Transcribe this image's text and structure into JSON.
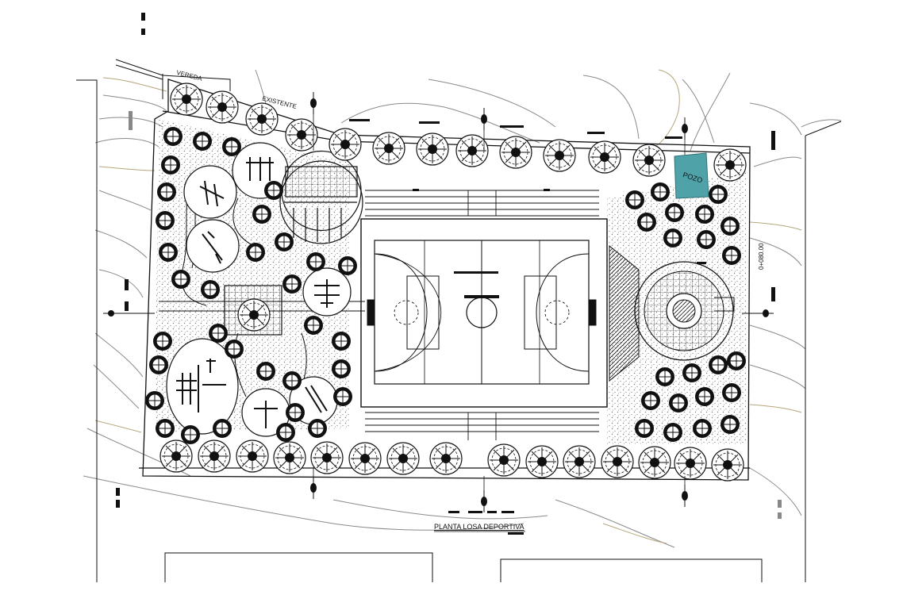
{
  "labels": {
    "vereda": "VEREDA",
    "existente": "EXISTENTE",
    "pozo": "POZO",
    "elevation": "0+080.00",
    "title": "PLANTA LOSA DEPORTIVA"
  },
  "colors": {
    "line": "#111111",
    "contour": "#8a8a8a",
    "contour_accent": "#b5a57a",
    "pozo_fill": "#4fa3a8",
    "background": "#ffffff"
  },
  "icons": [
    "tree-icon",
    "playground-equipment-icon",
    "section-marker-icon",
    "bench-icon"
  ]
}
